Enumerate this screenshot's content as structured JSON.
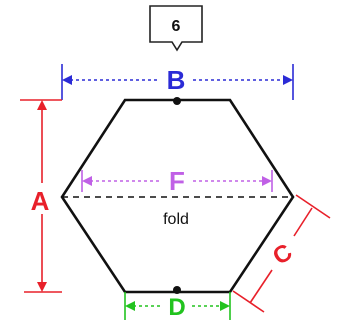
{
  "badge": {
    "number": "6"
  },
  "labels": {
    "A": "A",
    "B": "B",
    "C": "C",
    "D": "D",
    "F": "F",
    "fold": "fold"
  },
  "colors": {
    "A": "#e8202a",
    "B": "#2b2bd6",
    "C": "#e8202a",
    "D": "#22c31f",
    "F": "#c060e6",
    "outline": "#111111",
    "fold": "#111111"
  }
}
